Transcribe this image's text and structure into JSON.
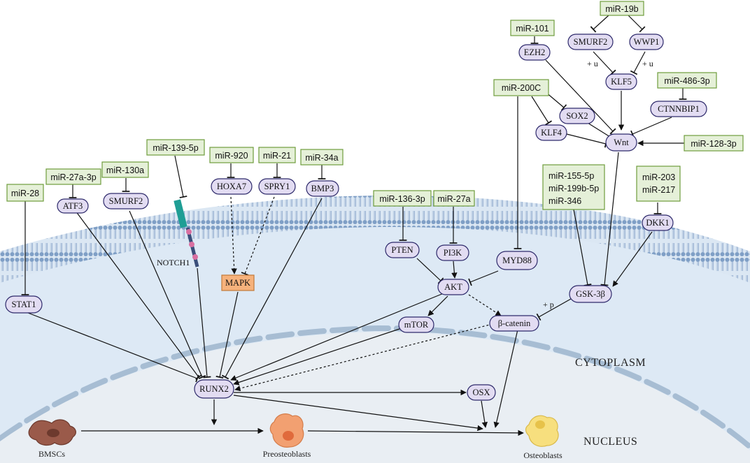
{
  "colors": {
    "mirna_fill": "#e5f0d8",
    "mirna_stroke": "#6e9c3d",
    "node_fill": "#e2dcf2",
    "node_stroke": "#2e2a6b",
    "mapk_fill": "#f6b27c",
    "mapk_stroke": "#c27a3a",
    "cytoplasm": "#dde9f5",
    "membrane": "#9fb7d6",
    "nucleus": "#e9eef3"
  },
  "regions": {
    "cytoplasm": "CYTOPLASM",
    "nucleus": "NUCLEUS"
  },
  "mirnas": {
    "mir28": "miR-28",
    "mir27a3p": "miR-27a-3p",
    "mir130a": "miR-130a",
    "mir1395p": "miR-139-5p",
    "mir920": "miR-920",
    "mir21": "miR-21",
    "mir34a": "miR-34a",
    "mir1363p": "miR-136-3p",
    "mir27a": "miR-27a",
    "mir200c": "miR-200C",
    "mir101": "miR-101",
    "mir19b": "miR-19b",
    "mir4863p": "miR-486-3p",
    "mir1283p": "miR-128-3p",
    "group_a": [
      "miR-155-5p",
      "miR-199b-5p",
      "miR-346"
    ],
    "group_b": [
      "miR-203",
      "miR-217"
    ]
  },
  "nodes": {
    "atf3": "ATF3",
    "smurf2_left": "SMURF2",
    "hoxa7": "HOXA7",
    "spry1": "SPRY1",
    "bmp3": "BMP3",
    "stat1": "STAT1",
    "mapk": "MAPK",
    "pten": "PTEN",
    "pi3k": "PI3K",
    "myd88": "MYD88",
    "akt": "AKT",
    "mtor": "mTOR",
    "beta_catenin": "β-catenin",
    "gsk3b": "GSK-3β",
    "dkk1": "DKK1",
    "ezh2": "EZH2",
    "smurf2_right": "SMURF2",
    "wwp1": "WWP1",
    "klf5": "KLF5",
    "ctnnbip1": "CTNNBIP1",
    "sox2": "SOX2",
    "klf4": "KLF4",
    "wnt": "Wnt",
    "runx2": "RUNX2",
    "osx": "OSX"
  },
  "labels": {
    "notch1": "NOTCH1",
    "plus_u_left": "+ u",
    "plus_u_right": "+ u",
    "plus_p": "+ p"
  },
  "cells": {
    "bmscs": "BMSCs",
    "preosteoblasts": "Preosteoblasts",
    "osteoblasts": "Osteoblasts"
  }
}
